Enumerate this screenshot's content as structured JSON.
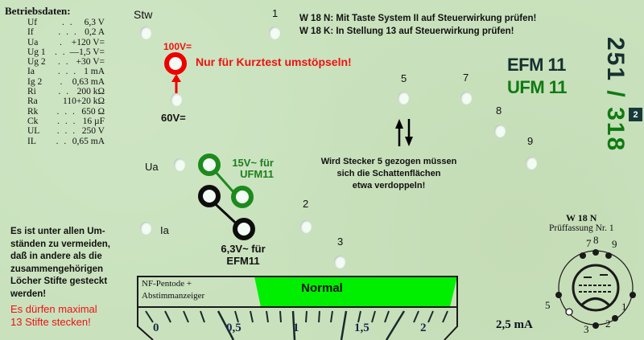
{
  "card": {
    "specs": {
      "title": "Betriebsdaten:",
      "rows": [
        {
          "sym": "Uf",
          "dots": ". .",
          "val": "6,3 V"
        },
        {
          "sym": "If",
          "dots": ". . .",
          "val": "0,2 A"
        },
        {
          "sym": "Ua",
          "dots": ".",
          "val": "+120 V="
        },
        {
          "sym": "Ug 1",
          "dots": ". .",
          "val": "—1,5 V="
        },
        {
          "sym": "Ug 2",
          "dots": ". .",
          "val": "+30 V="
        },
        {
          "sym": "Ia",
          "dots": ". . .",
          "val": "1 mA"
        },
        {
          "sym": "Ig 2",
          "dots": ".",
          "val": "0,63 mA"
        },
        {
          "sym": "Ri",
          "dots": ". .",
          "val": "200 kΩ"
        },
        {
          "sym": "Ra",
          "dots": "",
          "val": "110+20 kΩ"
        },
        {
          "sym": "Rk",
          "dots": ". . .",
          "val": "650 Ω"
        },
        {
          "sym": "Ck",
          "dots": ". . .",
          "val": "16 µF"
        },
        {
          "sym": "UL",
          "dots": ". . .",
          "val": "250 V"
        },
        {
          "sym": "IL",
          "dots": ". .",
          "val": "0,65 mA"
        }
      ]
    },
    "labels": {
      "stw": "Stw",
      "pin1": "1",
      "pin2": "2",
      "pin3": "3",
      "pin5": "5",
      "pin7": "7",
      "pin8": "8",
      "pin9": "9",
      "ua": "Ua",
      "ia": "Ia",
      "v100": "100V=",
      "v60": "60V=",
      "kurztest": "Nur für Kurztest umstöpseln!",
      "v15_line1": "15V~ für",
      "v15_line2": "UFM11",
      "v63_line1": "6,3V~ für",
      "v63_line2": "EFM11"
    },
    "instructions": {
      "line1": "W 18 N: Mit Taste System II auf Steuerwirkung prüfen!",
      "line2": "W 18 K: In Stellung 13 auf Steuerwirkung prüfen!"
    },
    "tube": {
      "name1": "EFM 11",
      "name2": "UFM 11",
      "code_dark": "251",
      "code_sep": " / ",
      "code_green": "318",
      "badge": "2"
    },
    "note_stecker": {
      "arrows": "⇅",
      "line1": "Wird Stecker 5 gezogen müssen",
      "line2": "sich die Schattenflächen",
      "line3": "etwa verdoppeln!"
    },
    "warning": {
      "line1": "Es ist unter allen Um-",
      "line2": "ständen zu vermeiden,",
      "line3": "daß in andere als die",
      "line4": "zusammengehörigen",
      "line5": "Löcher Stifte gesteckt",
      "line6": "werden!",
      "red1": "Es dürfen maximal",
      "red2": "13 Stifte stecken!"
    },
    "meter": {
      "desc1": "NF-Pentode +",
      "desc2": "Abstimmanzeiger",
      "status": "Normal",
      "status_color": "#00ee00",
      "scale": [
        "0",
        "0,5",
        "1",
        "1,5",
        "2"
      ],
      "scale_end": "2,5 mA"
    },
    "socket": {
      "title": "W 18 N",
      "subtitle": "Prüffassung  Nr. 1",
      "pins": [
        "7",
        "8",
        "9",
        "5",
        "1",
        "3",
        "2"
      ]
    }
  },
  "colors": {
    "background": "#c9e2bd",
    "red": "#ee1111",
    "green": "#1c8a1c",
    "dark": "#163030",
    "status_green": "#00ee00"
  }
}
